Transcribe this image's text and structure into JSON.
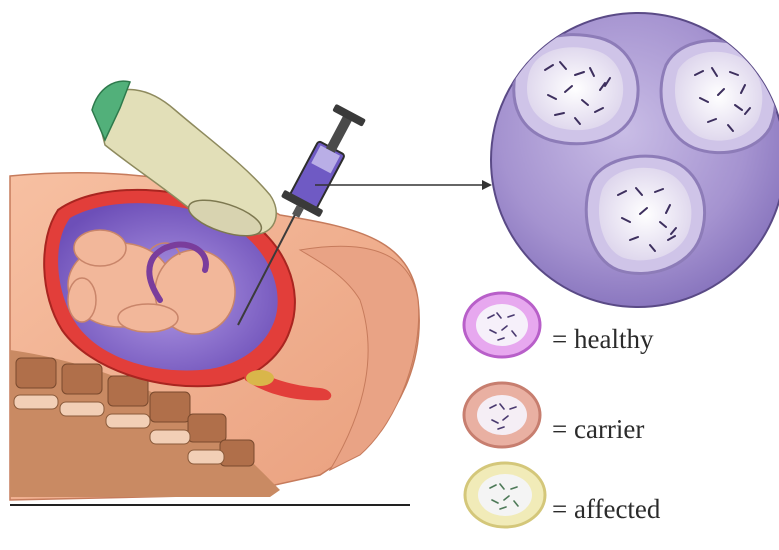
{
  "legend": [
    {
      "label": "= healthy",
      "fill": "#e7a8ef",
      "rim": "#b85fc9",
      "core": "#f6f0fa"
    },
    {
      "label": "= carrier",
      "fill": "#e9b0a2",
      "rim": "#c77e6f",
      "core": "#f5eef5"
    },
    {
      "label": "= affected",
      "fill": "#f1ebb8",
      "rim": "#d4c77a",
      "core": "#f4f4f4"
    }
  ],
  "colors": {
    "skin": "#f3b08f",
    "uterus_wall": "#e23e3a",
    "amniotic_fluid": "#8a6fd0",
    "magnifier_bg": "#9a86c6",
    "glove": "#e2dfb8",
    "cuff": "#52b07a"
  }
}
